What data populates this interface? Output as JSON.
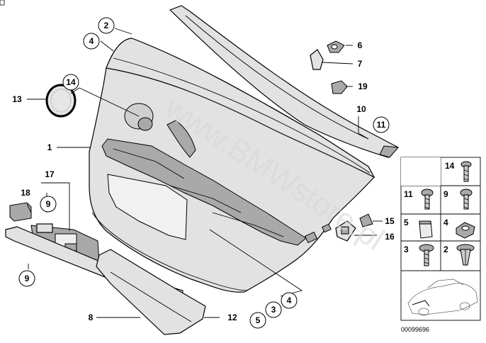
{
  "diagram": {
    "callouts": {
      "c1": "1",
      "c2": "2",
      "c4a": "4",
      "c13": "13",
      "c14": "14",
      "c6": "6",
      "c7": "7",
      "c19": "19",
      "c10": "10",
      "c11": "11",
      "c17": "17",
      "c18": "18",
      "c9a": "9",
      "c9b": "9",
      "c8": "8",
      "c12": "12",
      "c5": "5",
      "c3": "3",
      "c4b": "4",
      "c15": "15",
      "c16": "16"
    },
    "fastener_panel": {
      "cells": [
        {
          "number": "14",
          "icon": "torx-screw-icon"
        },
        {
          "number": "11",
          "icon": "self-tapping-screw-icon"
        },
        {
          "number": "9",
          "icon": "screw-icon"
        },
        {
          "number": "5",
          "icon": "clip-plate-icon"
        },
        {
          "number": "4",
          "icon": "nut-icon"
        },
        {
          "number": "3",
          "icon": "washer-screw-icon"
        },
        {
          "number": "2",
          "icon": "expanding-rivet-icon"
        }
      ],
      "car_icon": "car-silhouette-icon"
    },
    "reference_number": "00099696",
    "watermark": "www.BMWstore.pl",
    "colors": {
      "part_fill": "#e2e2e2",
      "part_dark": "#a9a9a9",
      "line": "#000000"
    }
  }
}
